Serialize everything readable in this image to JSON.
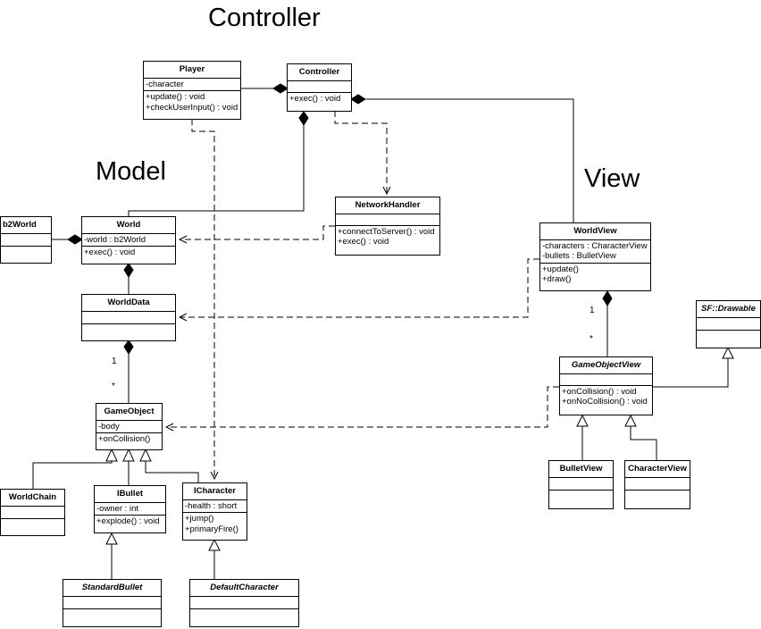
{
  "headings": {
    "controller": "Controller",
    "model": "Model",
    "view": "View"
  },
  "classes": {
    "player": {
      "name": "Player",
      "attributes": [
        "-character"
      ],
      "operations": [
        "+update() : void",
        "+checkUserInput() : void"
      ]
    },
    "controller": {
      "name": "Controller",
      "attributes": [],
      "operations": [
        "+exec() : void"
      ]
    },
    "network_handler": {
      "name": "NetworkHandler",
      "attributes": [],
      "operations": [
        "+connectToServer() : void",
        "+exec() : void"
      ]
    },
    "b2world": {
      "name": "b2World",
      "attributes": [],
      "operations": []
    },
    "world": {
      "name": "World",
      "attributes": [
        "-world : b2World"
      ],
      "operations": [
        "+exec() : void"
      ]
    },
    "world_data": {
      "name": "WorldData",
      "attributes": [],
      "operations": []
    },
    "game_object": {
      "name": "GameObject",
      "attributes": [
        "-body"
      ],
      "operations": [
        "+onCollision()"
      ]
    },
    "world_chain": {
      "name": "WorldChain",
      "attributes": [],
      "operations": []
    },
    "ibullet": {
      "name": "IBullet",
      "attributes": [
        "-owner : int"
      ],
      "operations": [
        "+explode() : void"
      ]
    },
    "icharacter": {
      "name": "ICharacter",
      "attributes": [
        "-health : short"
      ],
      "operations": [
        "+jump()",
        "+primaryFire()"
      ]
    },
    "standard_bullet": {
      "name": "StandardBullet",
      "attributes": [],
      "operations": []
    },
    "default_character": {
      "name": "DefaultCharacter",
      "attributes": [],
      "operations": []
    },
    "world_view": {
      "name": "WorldView",
      "attributes": [
        "-characters : CharacterView",
        "-bullets : BulletView"
      ],
      "operations": [
        "+update()",
        "+draw()"
      ]
    },
    "sf_drawable": {
      "name": "SF::Drawable",
      "attributes": [],
      "operations": []
    },
    "game_object_view": {
      "name": "GameObjectView",
      "attributes": [],
      "operations": [
        "+onCollision() : void",
        "+onNoCollision() : void"
      ]
    },
    "bullet_view": {
      "name": "BulletView",
      "attributes": [],
      "operations": []
    },
    "character_view": {
      "name": "CharacterView",
      "attributes": [],
      "operations": []
    }
  },
  "multiplicities": {
    "worlddata_one": "1",
    "worlddata_many": "*",
    "worldview_one": "1",
    "worldview_many": "*"
  }
}
